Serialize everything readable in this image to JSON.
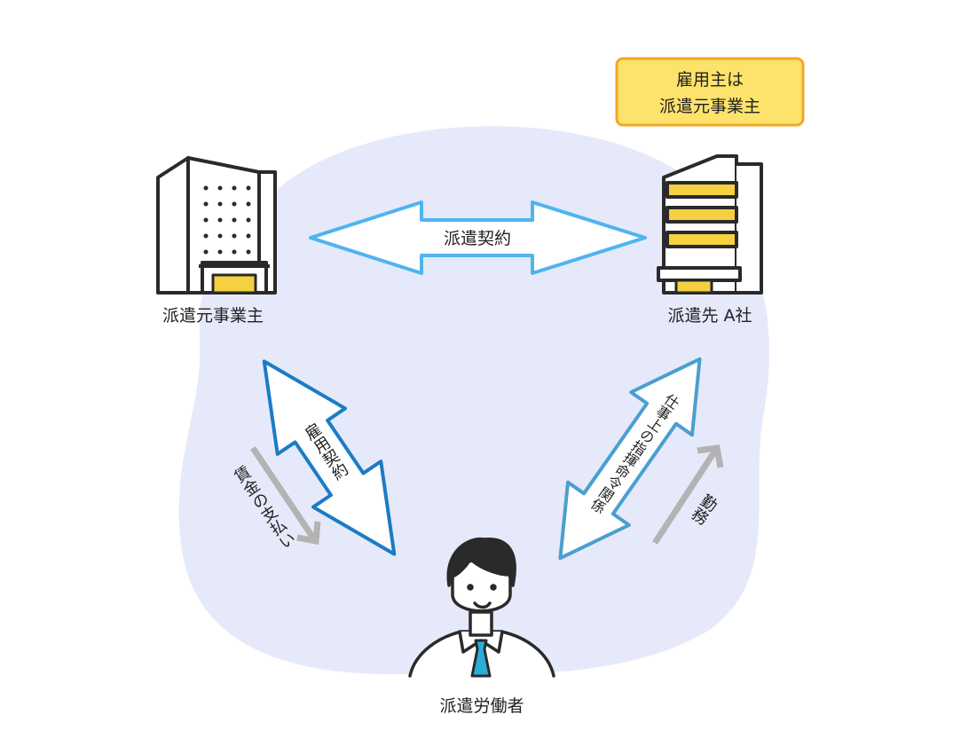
{
  "callout": {
    "line1": "雇用主は",
    "line2": "派遣元事業主"
  },
  "nodes": {
    "dispatcher": "派遣元事業主",
    "client": "派遣先 A社",
    "worker": "派遣労働者"
  },
  "relations": {
    "dispatch_contract": "派遣契約",
    "employment_contract": "雇用契約",
    "wage_payment": "賃金の支払い",
    "command_relation": "仕事上の指揮命令関係",
    "work": "勤務"
  },
  "colors": {
    "background_blob": "#e6e9fa",
    "arrow_light_blue": "#4fb4f0",
    "arrow_dark_blue": "#1a7cc4",
    "arrow_mid_blue": "#4a9fd0",
    "gray_arrow": "#b3b3b3",
    "callout_fill": "#fde36b",
    "callout_border": "#f5a623",
    "window_yellow": "#f5d040",
    "tie": "#2aaed8"
  }
}
